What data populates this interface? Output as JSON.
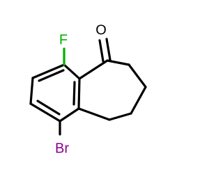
{
  "molecule": {
    "atoms": {
      "fluorine": {
        "label": "F",
        "color": "#00b000"
      },
      "oxygen": {
        "label": "O",
        "color": "#000000"
      },
      "bromine": {
        "label": "Br",
        "color": "#8b008b"
      }
    }
  }
}
